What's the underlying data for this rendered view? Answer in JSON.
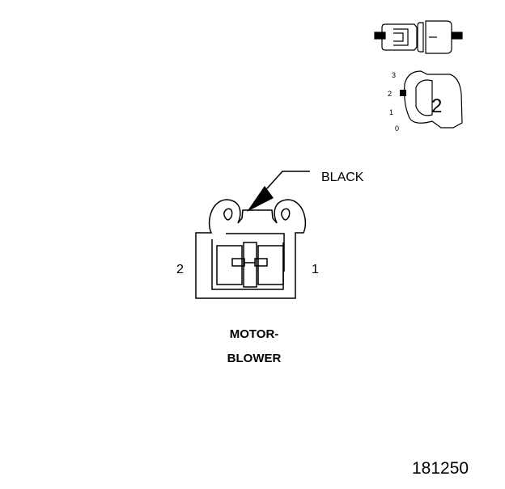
{
  "diagram": {
    "callout_color": "BLACK",
    "pin_left": "2",
    "pin_right": "1",
    "component_line1": "MOTOR-",
    "component_line2": "BLOWER",
    "figure_number": "181250"
  },
  "locator_icon": {
    "selected_position": "2",
    "scale": [
      "3",
      "2",
      "1",
      "0"
    ]
  },
  "colors": {
    "ink": "#000000",
    "background": "#ffffff"
  }
}
